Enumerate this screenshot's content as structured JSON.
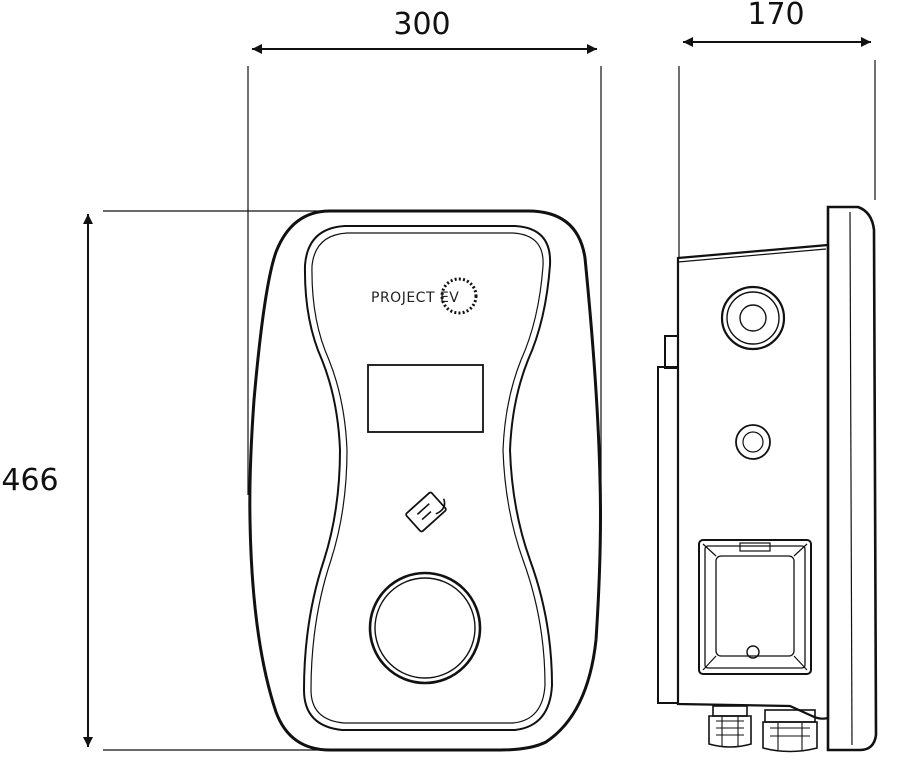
{
  "dimensions": {
    "width": "300",
    "depth": "170",
    "height": "466"
  },
  "front_view": {
    "brand_logo_text": "PROJECT EV"
  },
  "icons": [
    "rfid-card-icon",
    "dimension-arrow-icon"
  ]
}
